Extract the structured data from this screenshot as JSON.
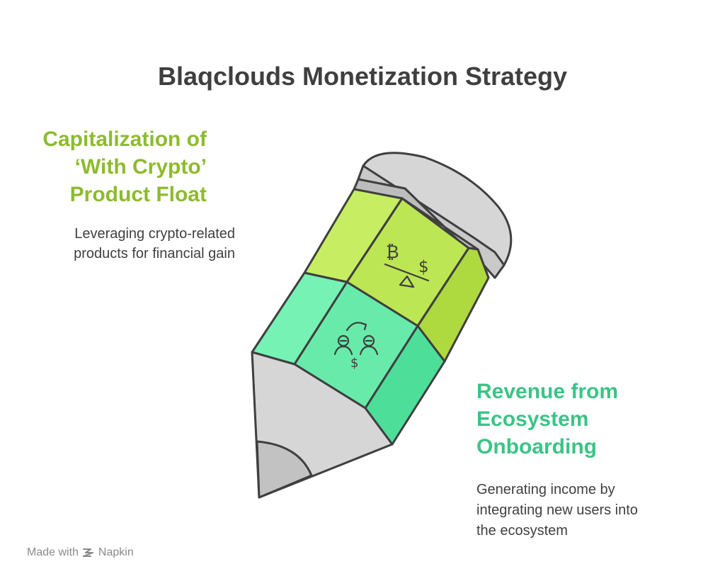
{
  "title": "Blaqclouds Monetization Strategy",
  "left": {
    "heading_lines": [
      "Capitalization of",
      "‘With Crypto’",
      "Product Float"
    ],
    "description_lines": [
      "Leveraging crypto-related",
      "products for financial gain"
    ]
  },
  "right": {
    "heading_lines": [
      "Revenue from",
      "Ecosystem",
      "Onboarding"
    ],
    "description_lines": [
      "Generating income by",
      "integrating new users into",
      "the ecosystem"
    ]
  },
  "footer": {
    "made_with": "Made with",
    "brand": "Napkin"
  },
  "icons": {
    "upper_segment": "bitcoin-dollar-balance-icon",
    "lower_segment": "user-exchange-dollar-icon",
    "footer": "napkin-logo-icon"
  },
  "colors": {
    "title": "#3f3f3f",
    "left_heading": "#8dbb2e",
    "right_heading": "#3bc486",
    "lime_segment": "#c2ea5a",
    "green_segment": "#62e8a8",
    "pencil_outline": "#3f3f3f",
    "pencil_gray": "#d0d0d0"
  }
}
